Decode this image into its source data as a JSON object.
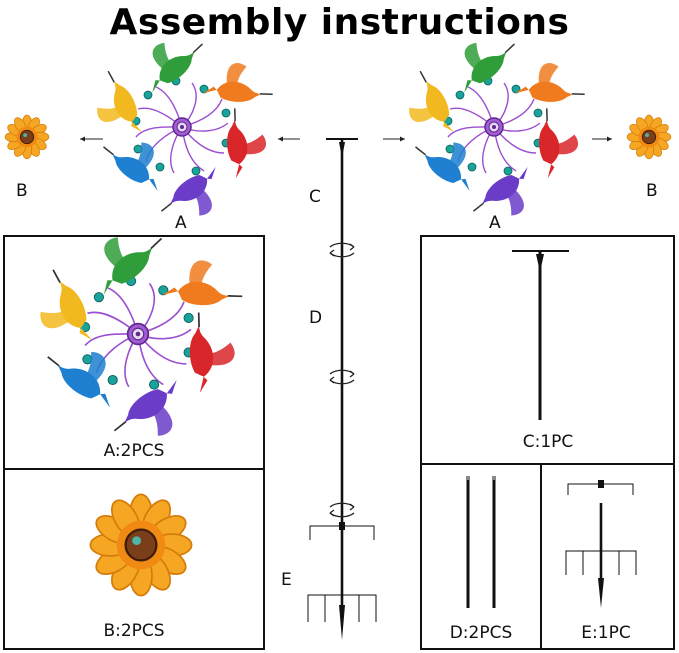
{
  "title": "Assembly instructions",
  "labels": {
    "a_left": "A",
    "a_right": "A",
    "b_left": "B",
    "b_right": "B",
    "c": "C",
    "d": "D",
    "e": "E"
  },
  "parts": {
    "a": "A:2PCS",
    "b": "B:2PCS",
    "c": "C:1PC",
    "d": "D:2PCS",
    "e": "E:1PC"
  },
  "colors": {
    "bird_yellow": "#f2b81f",
    "bird_green": "#2f9e3a",
    "bird_orange": "#f07a1e",
    "bird_red": "#d8262a",
    "bird_purple": "#6a3cc8",
    "bird_blue": "#1f7fd0",
    "spokes": "#9b4fd0",
    "flower_petal": "#f5a623",
    "flower_center": "#7a3e1a",
    "stake": "#222222"
  }
}
